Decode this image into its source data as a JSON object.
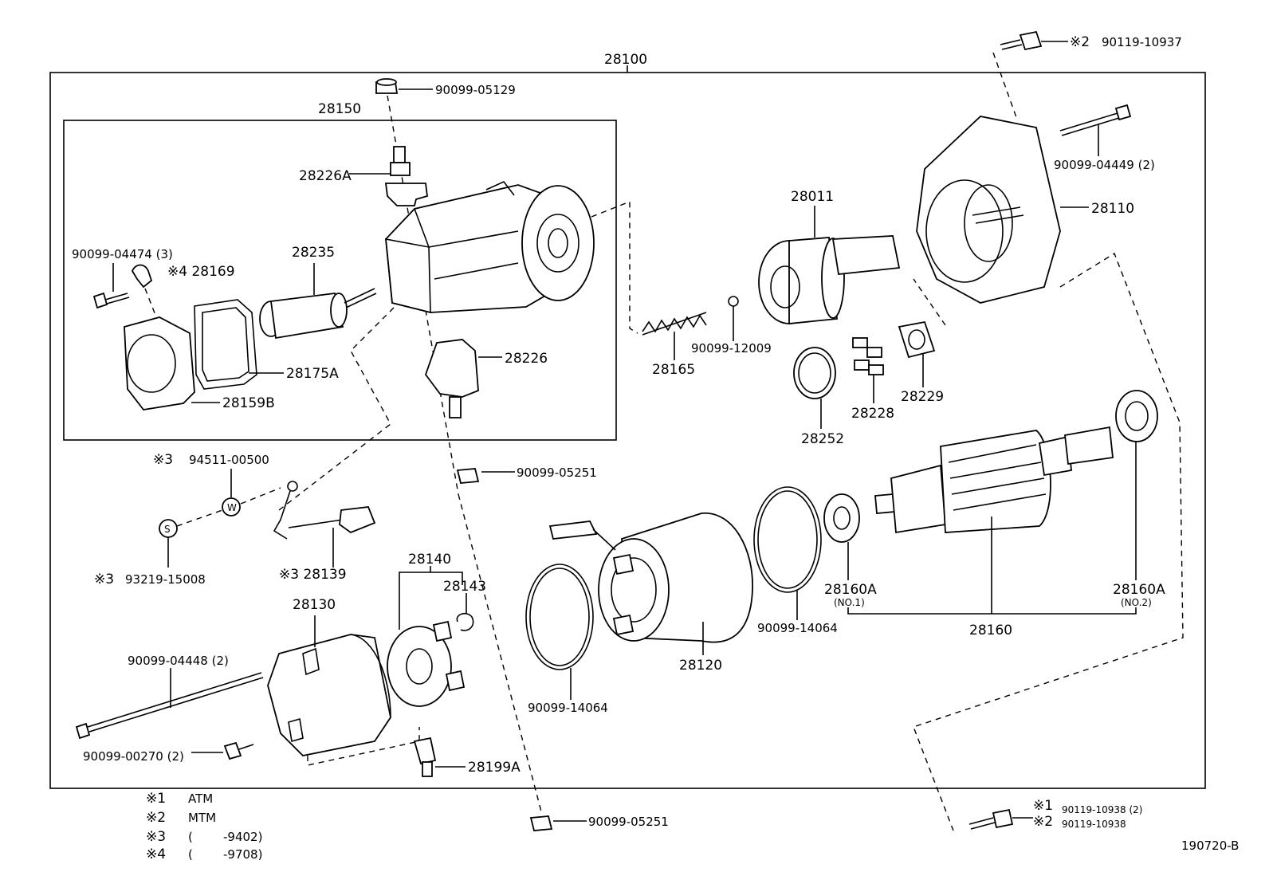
{
  "diagram": {
    "assembly": "28100",
    "sub_assembly": "28150",
    "figure_code": "190720-B",
    "parts": {
      "p90099_05129": "90099-05129",
      "p28226A": "28226A",
      "p90099_04474": "90099-04474 (3)",
      "p28169": "※4 28169",
      "p28235": "28235",
      "p28175A": "28175A",
      "p28159B": "28159B",
      "p28226": "28226",
      "p94511": "94511-00500",
      "p94511_mark": "※3",
      "p93219": "93219-15008",
      "p93219_mark": "※3",
      "p28139": "※3 28139",
      "p90099_05251_a": "90099-05251",
      "p28140": "28140",
      "p28143": "28143",
      "p28130": "28130",
      "p90099_04448": "90099-04448 (2)",
      "p90099_00270": "90099-00270 (2)",
      "p28199A": "28199A",
      "p90099_05251_b": "90099-05251",
      "p90099_14064_a": "90099-14064",
      "p28120": "28120",
      "p90099_14064_b": "90099-14064",
      "p28165": "28165",
      "p90099_12009": "90099-12009",
      "p28011": "28011",
      "p28252": "28252",
      "p28228": "28228",
      "p28229": "28229",
      "p28110": "28110",
      "p90099_04449": "90099-04449 (2)",
      "p90119_10937": "90119-10937",
      "p90119_10937_mark": "※2",
      "p28160A_1": "28160A",
      "p28160A_1_sub": "(NO.1)",
      "p28160A_2": "28160A",
      "p28160A_2_sub": "(NO.2)",
      "p28160": "28160",
      "p90119_10938_a": "90119-10938 (2)",
      "p90119_10938_a_mark": "※1",
      "p90119_10938_b": "90119-10938",
      "p90119_10938_b_mark": "※2"
    },
    "notes": [
      {
        "mark": "※1",
        "text": "ATM"
      },
      {
        "mark": "※2",
        "text": "MTM"
      },
      {
        "mark": "※3",
        "text": "(        -9402)"
      },
      {
        "mark": "※4",
        "text": "(        -9708)"
      }
    ],
    "circle_letters": {
      "w": "W",
      "s": "S"
    }
  }
}
